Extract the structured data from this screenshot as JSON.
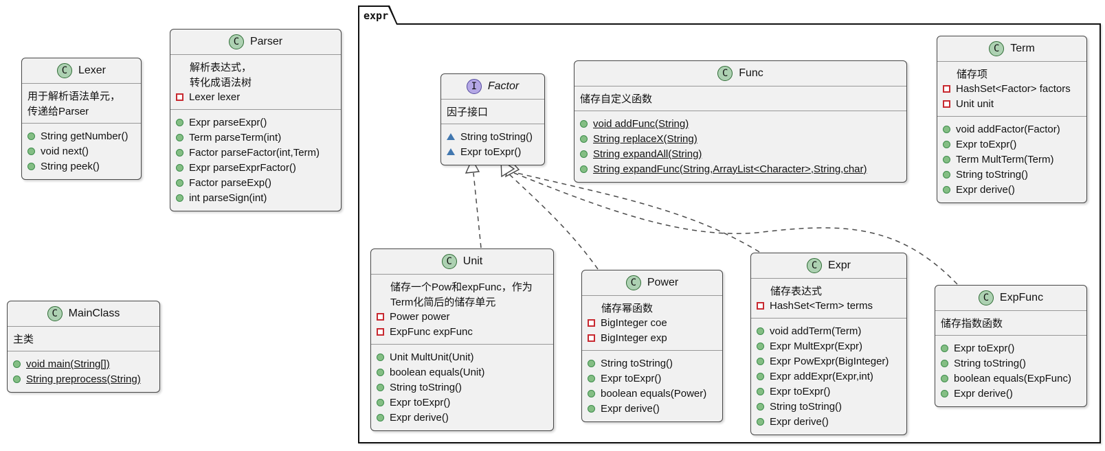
{
  "package": {
    "label": "expr"
  },
  "colors": {
    "class_circle_fill": "#ADD1B2",
    "interface_circle_fill": "#B4A7E5",
    "box_background": "#F1F1F1",
    "box_border": "#464646",
    "public_method_icon": "#84BE84",
    "private_field_icon_border": "#C82930",
    "package_private_icon": "#4177AF"
  },
  "classes": [
    {
      "id": "lexer",
      "kind": "class",
      "letter": "C",
      "title": "Lexer",
      "desc": [
        "用于解析语法单元，",
        "传递给Parser"
      ],
      "fields": [],
      "methods": [
        {
          "visibility": "public",
          "static": false,
          "text": "String getNumber()"
        },
        {
          "visibility": "public",
          "static": false,
          "text": "void next()"
        },
        {
          "visibility": "public",
          "static": false,
          "text": "String peek()"
        }
      ]
    },
    {
      "id": "parser",
      "kind": "class",
      "letter": "C",
      "title": "Parser",
      "desc": [
        "解析表达式，",
        "转化成语法树"
      ],
      "fields": [
        {
          "visibility": "private",
          "text": "Lexer lexer"
        }
      ],
      "methods": [
        {
          "visibility": "public",
          "static": false,
          "text": "Expr parseExpr()"
        },
        {
          "visibility": "public",
          "static": false,
          "text": "Term parseTerm(int)"
        },
        {
          "visibility": "public",
          "static": false,
          "text": "Factor parseFactor(int,Term)"
        },
        {
          "visibility": "public",
          "static": false,
          "text": "Expr parseExprFactor()"
        },
        {
          "visibility": "public",
          "static": false,
          "text": "Factor parseExp()"
        },
        {
          "visibility": "public",
          "static": false,
          "text": "int parseSign(int)"
        }
      ]
    },
    {
      "id": "mainclass",
      "kind": "class",
      "letter": "C",
      "title": "MainClass",
      "desc": [
        "主类"
      ],
      "fields": [],
      "methods": [
        {
          "visibility": "public",
          "static": true,
          "text": "void main(String[])"
        },
        {
          "visibility": "public",
          "static": true,
          "text": "String preprocess(String)"
        }
      ]
    },
    {
      "id": "factor",
      "kind": "interface",
      "letter": "I",
      "title": "Factor",
      "desc": [
        "因子接口"
      ],
      "fields": [],
      "methods": [
        {
          "visibility": "package",
          "static": false,
          "text": "String toString()"
        },
        {
          "visibility": "package",
          "static": false,
          "text": "Expr toExpr()"
        }
      ]
    },
    {
      "id": "func",
      "kind": "class",
      "letter": "C",
      "title": "Func",
      "desc": [
        "储存自定义函数"
      ],
      "fields": [],
      "methods": [
        {
          "visibility": "public",
          "static": true,
          "text": "void addFunc(String)"
        },
        {
          "visibility": "public",
          "static": true,
          "text": "String replaceX(String)"
        },
        {
          "visibility": "public",
          "static": true,
          "text": "String expandAll(String)"
        },
        {
          "visibility": "public",
          "static": true,
          "text": "String expandFunc(String,ArrayList<Character>,String,char)"
        }
      ]
    },
    {
      "id": "term",
      "kind": "class",
      "letter": "C",
      "title": "Term",
      "desc": [
        "储存项"
      ],
      "fields": [
        {
          "visibility": "private",
          "text": "HashSet<Factor> factors"
        },
        {
          "visibility": "private",
          "text": "Unit unit"
        }
      ],
      "methods": [
        {
          "visibility": "public",
          "static": false,
          "text": "void addFactor(Factor)"
        },
        {
          "visibility": "public",
          "static": false,
          "text": "Expr toExpr()"
        },
        {
          "visibility": "public",
          "static": false,
          "text": "Term MultTerm(Term)"
        },
        {
          "visibility": "public",
          "static": false,
          "text": "String toString()"
        },
        {
          "visibility": "public",
          "static": false,
          "text": "Expr derive()"
        }
      ]
    },
    {
      "id": "unit",
      "kind": "class",
      "letter": "C",
      "title": "Unit",
      "desc": [
        "储存一个Pow和expFunc，作为",
        "Term化简后的储存单元"
      ],
      "fields": [
        {
          "visibility": "private",
          "text": "Power power"
        },
        {
          "visibility": "private",
          "text": "ExpFunc expFunc"
        }
      ],
      "methods": [
        {
          "visibility": "public",
          "static": false,
          "text": "Unit MultUnit(Unit)"
        },
        {
          "visibility": "public",
          "static": false,
          "text": "boolean equals(Unit)"
        },
        {
          "visibility": "public",
          "static": false,
          "text": "String toString()"
        },
        {
          "visibility": "public",
          "static": false,
          "text": "Expr toExpr()"
        },
        {
          "visibility": "public",
          "static": false,
          "text": "Expr derive()"
        }
      ]
    },
    {
      "id": "power",
      "kind": "class",
      "letter": "C",
      "title": "Power",
      "desc": [
        "储存幂函数"
      ],
      "fields": [
        {
          "visibility": "private",
          "text": "BigInteger coe"
        },
        {
          "visibility": "private",
          "text": "BigInteger exp"
        }
      ],
      "methods": [
        {
          "visibility": "public",
          "static": false,
          "text": "String toString()"
        },
        {
          "visibility": "public",
          "static": false,
          "text": "Expr toExpr()"
        },
        {
          "visibility": "public",
          "static": false,
          "text": "boolean equals(Power)"
        },
        {
          "visibility": "public",
          "static": false,
          "text": "Expr derive()"
        }
      ]
    },
    {
      "id": "expr",
      "kind": "class",
      "letter": "C",
      "title": "Expr",
      "desc": [
        "储存表达式"
      ],
      "fields": [
        {
          "visibility": "private",
          "text": "HashSet<Term> terms"
        }
      ],
      "methods": [
        {
          "visibility": "public",
          "static": false,
          "text": "void addTerm(Term)"
        },
        {
          "visibility": "public",
          "static": false,
          "text": "Expr MultExpr(Expr)"
        },
        {
          "visibility": "public",
          "static": false,
          "text": "Expr PowExpr(BigInteger)"
        },
        {
          "visibility": "public",
          "static": false,
          "text": "Expr addExpr(Expr,int)"
        },
        {
          "visibility": "public",
          "static": false,
          "text": "Expr toExpr()"
        },
        {
          "visibility": "public",
          "static": false,
          "text": "String toString()"
        },
        {
          "visibility": "public",
          "static": false,
          "text": "Expr derive()"
        }
      ]
    },
    {
      "id": "expfunc",
      "kind": "class",
      "letter": "C",
      "title": "ExpFunc",
      "desc": [
        "储存指数函数"
      ],
      "fields": [],
      "methods": [
        {
          "visibility": "public",
          "static": false,
          "text": "Expr toExpr()"
        },
        {
          "visibility": "public",
          "static": false,
          "text": "String toString()"
        },
        {
          "visibility": "public",
          "static": false,
          "text": "boolean equals(ExpFunc)"
        },
        {
          "visibility": "public",
          "static": false,
          "text": "Expr derive()"
        }
      ]
    }
  ],
  "relations": [
    {
      "from": "Unit",
      "to": "Factor",
      "type": "realization"
    },
    {
      "from": "Power",
      "to": "Factor",
      "type": "realization"
    },
    {
      "from": "Expr",
      "to": "Factor",
      "type": "realization"
    },
    {
      "from": "ExpFunc",
      "to": "Factor",
      "type": "realization"
    }
  ]
}
